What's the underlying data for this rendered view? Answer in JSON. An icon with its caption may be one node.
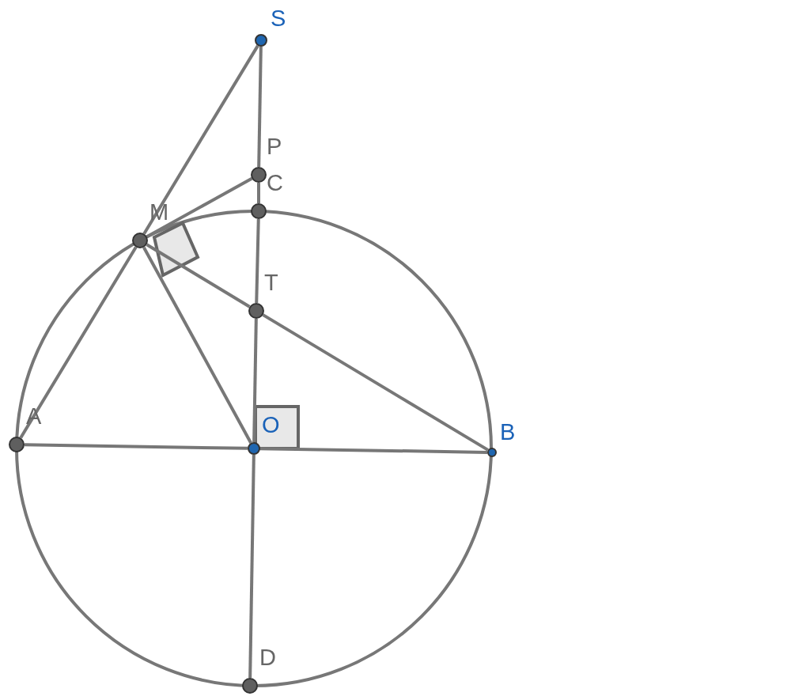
{
  "diagram": {
    "nodes": [
      {
        "text": [
          "S"
        ]
      },
      {
        "text": [
          "P"
        ]
      },
      {
        "text": [
          "C"
        ]
      },
      {
        "text": [
          "M"
        ]
      },
      {
        "text": [
          "T"
        ]
      },
      {
        "text": [
          "A"
        ]
      },
      {
        "text": [
          "O"
        ]
      },
      {
        "text": [
          "B"
        ]
      },
      {
        "text": [
          "D"
        ]
      }
    ],
    "edges": [
      {
        "from": 0,
        "to": 1,
        "arrow": "none"
      },
      {
        "from": 1,
        "to": 2,
        "arrow": "none"
      },
      {
        "from": 2,
        "to": 4,
        "arrow": "none"
      },
      {
        "from": 4,
        "to": 6,
        "arrow": "none"
      },
      {
        "from": 6,
        "to": 8,
        "arrow": "none"
      },
      {
        "from": 0,
        "to": 3,
        "arrow": "none"
      },
      {
        "from": 3,
        "to": 1,
        "arrow": "none"
      },
      {
        "from": 3,
        "to": 5,
        "arrow": "none"
      },
      {
        "from": 3,
        "to": 6,
        "arrow": "none"
      },
      {
        "from": 3,
        "to": 4,
        "arrow": "none"
      },
      {
        "from": 4,
        "to": 7,
        "arrow": "none"
      },
      {
        "from": 5,
        "to": 6,
        "arrow": "none"
      },
      {
        "from": 6,
        "to": 7,
        "arrow": "none"
      }
    ]
  }
}
